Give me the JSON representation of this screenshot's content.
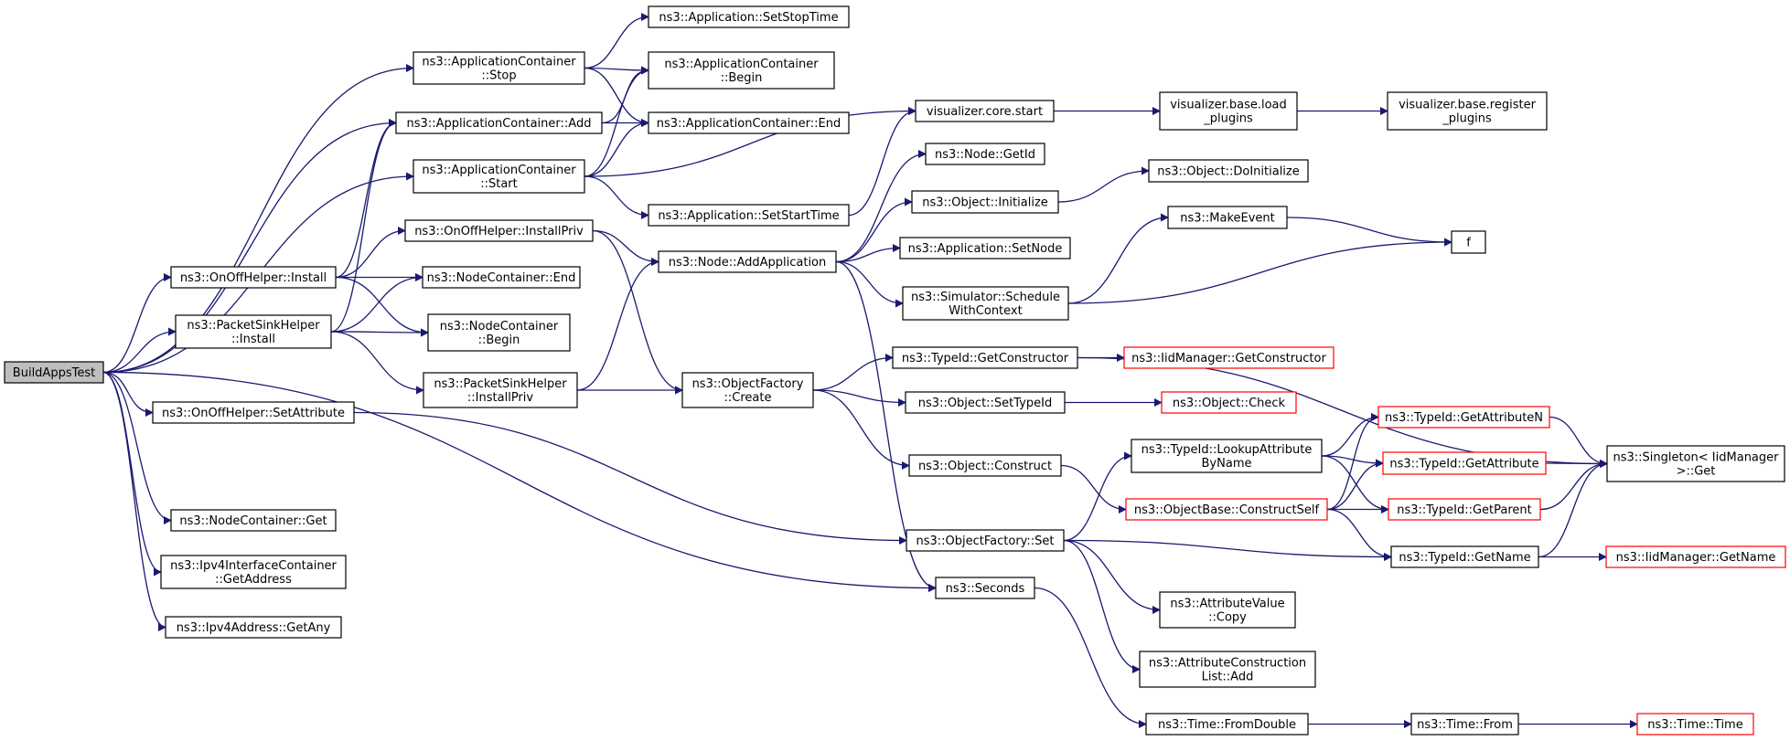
{
  "root": "BuildAppsTest",
  "colors": {
    "edge": "#191970",
    "node_border": "#000000",
    "truncated_border": "#ff0000",
    "root_fill": "#bfbfbf",
    "node_fill": "#ffffff"
  },
  "nodes": [
    {
      "id": "root",
      "lines": [
        "BuildAppsTest"
      ]
    },
    {
      "id": "ac_stop",
      "lines": [
        "ns3::ApplicationContainer",
        "::Stop"
      ]
    },
    {
      "id": "ac_add",
      "lines": [
        "ns3::ApplicationContainer::Add"
      ]
    },
    {
      "id": "ac_start",
      "lines": [
        "ns3::ApplicationContainer",
        "::Start"
      ]
    },
    {
      "id": "onoff_install",
      "lines": [
        "ns3::OnOffHelper::Install"
      ]
    },
    {
      "id": "psh_install",
      "lines": [
        "ns3::PacketSinkHelper",
        "::Install"
      ]
    },
    {
      "id": "onoff_setattr",
      "lines": [
        "ns3::OnOffHelper::SetAttribute"
      ]
    },
    {
      "id": "nc_get",
      "lines": [
        "ns3::NodeContainer::Get"
      ]
    },
    {
      "id": "ipv4ic_getaddr",
      "lines": [
        "ns3::Ipv4InterfaceContainer",
        "::GetAddress"
      ]
    },
    {
      "id": "ipv4addr_getany",
      "lines": [
        "ns3::Ipv4Address::GetAny"
      ]
    },
    {
      "id": "app_setstop",
      "lines": [
        "ns3::Application::SetStopTime"
      ]
    },
    {
      "id": "ac_begin",
      "lines": [
        "ns3::ApplicationContainer",
        "::Begin"
      ]
    },
    {
      "id": "ac_end",
      "lines": [
        "ns3::ApplicationContainer::End"
      ]
    },
    {
      "id": "app_setstart",
      "lines": [
        "ns3::Application::SetStartTime"
      ]
    },
    {
      "id": "onoff_installpriv",
      "lines": [
        "ns3::OnOffHelper::InstallPriv"
      ]
    },
    {
      "id": "nc_end",
      "lines": [
        "ns3::NodeContainer::End"
      ]
    },
    {
      "id": "nc_begin",
      "lines": [
        "ns3::NodeContainer",
        "::Begin"
      ]
    },
    {
      "id": "psh_installpriv",
      "lines": [
        "ns3::PacketSinkHelper",
        "::InstallPriv"
      ]
    },
    {
      "id": "vis_core_start",
      "lines": [
        "visualizer.core.start"
      ]
    },
    {
      "id": "node_getid",
      "lines": [
        "ns3::Node::GetId"
      ]
    },
    {
      "id": "obj_initialize",
      "lines": [
        "ns3::Object::Initialize"
      ]
    },
    {
      "id": "app_setnode",
      "lines": [
        "ns3::Application::SetNode"
      ]
    },
    {
      "id": "node_addapp",
      "lines": [
        "ns3::Node::AddApplication"
      ]
    },
    {
      "id": "sim_schedulectx",
      "lines": [
        "ns3::Simulator::Schedule",
        "WithContext"
      ]
    },
    {
      "id": "of_create",
      "lines": [
        "ns3::ObjectFactory",
        "::Create"
      ]
    },
    {
      "id": "typeid_getctor",
      "lines": [
        "ns3::TypeId::GetConstructor"
      ]
    },
    {
      "id": "obj_settypeid",
      "lines": [
        "ns3::Object::SetTypeId"
      ]
    },
    {
      "id": "obj_construct",
      "lines": [
        "ns3::Object::Construct"
      ]
    },
    {
      "id": "of_set",
      "lines": [
        "ns3::ObjectFactory::Set"
      ]
    },
    {
      "id": "seconds",
      "lines": [
        "ns3::Seconds"
      ]
    },
    {
      "id": "vis_base_load",
      "lines": [
        "visualizer.base.load",
        "_plugins"
      ]
    },
    {
      "id": "vis_base_register",
      "lines": [
        "visualizer.base.register",
        "_plugins"
      ]
    },
    {
      "id": "obj_doinit",
      "lines": [
        "ns3::Object::DoInitialize"
      ]
    },
    {
      "id": "make_event",
      "lines": [
        "ns3::MakeEvent"
      ]
    },
    {
      "id": "f",
      "lines": [
        "f"
      ]
    },
    {
      "id": "iidmgr_getctor",
      "lines": [
        "ns3::IidManager::GetConstructor"
      ],
      "truncated": true
    },
    {
      "id": "obj_check",
      "lines": [
        "ns3::Object::Check"
      ],
      "truncated": true
    },
    {
      "id": "typeid_lookup",
      "lines": [
        "ns3::TypeId::LookupAttribute",
        "ByName"
      ]
    },
    {
      "id": "objbase_constructself",
      "lines": [
        "ns3::ObjectBase::ConstructSelf"
      ],
      "truncated": true
    },
    {
      "id": "attrval_copy",
      "lines": [
        "ns3::AttributeValue",
        "::Copy"
      ]
    },
    {
      "id": "attrcons_add",
      "lines": [
        "ns3::AttributeConstruction",
        "List::Add"
      ]
    },
    {
      "id": "time_fromdouble",
      "lines": [
        "ns3::Time::FromDouble"
      ]
    },
    {
      "id": "typeid_getattrn",
      "lines": [
        "ns3::TypeId::GetAttributeN"
      ],
      "truncated": true
    },
    {
      "id": "typeid_getattr",
      "lines": [
        "ns3::TypeId::GetAttribute"
      ],
      "truncated": true
    },
    {
      "id": "typeid_getparent",
      "lines": [
        "ns3::TypeId::GetParent"
      ],
      "truncated": true
    },
    {
      "id": "typeid_getname",
      "lines": [
        "ns3::TypeId::GetName"
      ]
    },
    {
      "id": "time_from",
      "lines": [
        "ns3::Time::From"
      ]
    },
    {
      "id": "singleton_get",
      "lines": [
        "ns3::Singleton< IidManager",
        " >::Get"
      ]
    },
    {
      "id": "iidmgr_getname",
      "lines": [
        "ns3::IidManager::GetName"
      ],
      "truncated": true
    },
    {
      "id": "time_time",
      "lines": [
        "ns3::Time::Time"
      ],
      "truncated": true
    }
  ],
  "edges": [
    [
      "root",
      "ac_stop"
    ],
    [
      "root",
      "ac_add"
    ],
    [
      "root",
      "ac_start"
    ],
    [
      "root",
      "onoff_install"
    ],
    [
      "root",
      "psh_install"
    ],
    [
      "root",
      "onoff_setattr"
    ],
    [
      "root",
      "nc_get"
    ],
    [
      "root",
      "ipv4ic_getaddr"
    ],
    [
      "root",
      "ipv4addr_getany"
    ],
    [
      "root",
      "seconds"
    ],
    [
      "ac_stop",
      "app_setstop"
    ],
    [
      "ac_stop",
      "ac_begin"
    ],
    [
      "ac_stop",
      "ac_end"
    ],
    [
      "ac_add",
      "ac_begin"
    ],
    [
      "ac_add",
      "ac_end"
    ],
    [
      "ac_start",
      "ac_begin"
    ],
    [
      "ac_start",
      "ac_end"
    ],
    [
      "ac_start",
      "app_setstart"
    ],
    [
      "ac_start",
      "vis_core_start"
    ],
    [
      "app_setstart",
      "vis_core_start"
    ],
    [
      "onoff_install",
      "ac_add"
    ],
    [
      "onoff_install",
      "onoff_installpriv"
    ],
    [
      "onoff_install",
      "nc_end"
    ],
    [
      "onoff_install",
      "nc_begin"
    ],
    [
      "psh_install",
      "ac_add"
    ],
    [
      "psh_install",
      "nc_end"
    ],
    [
      "psh_install",
      "nc_begin"
    ],
    [
      "psh_install",
      "psh_installpriv"
    ],
    [
      "onoff_setattr",
      "of_set"
    ],
    [
      "onoff_installpriv",
      "node_addapp"
    ],
    [
      "onoff_installpriv",
      "of_create"
    ],
    [
      "psh_installpriv",
      "node_addapp"
    ],
    [
      "psh_installpriv",
      "of_create"
    ],
    [
      "vis_core_start",
      "vis_base_load"
    ],
    [
      "vis_base_load",
      "vis_base_register"
    ],
    [
      "node_addapp",
      "node_getid"
    ],
    [
      "node_addapp",
      "obj_initialize"
    ],
    [
      "node_addapp",
      "app_setnode"
    ],
    [
      "node_addapp",
      "sim_schedulectx"
    ],
    [
      "node_addapp",
      "seconds"
    ],
    [
      "obj_initialize",
      "obj_doinit"
    ],
    [
      "sim_schedulectx",
      "make_event"
    ],
    [
      "sim_schedulectx",
      "f"
    ],
    [
      "make_event",
      "f"
    ],
    [
      "of_create",
      "typeid_getctor"
    ],
    [
      "of_create",
      "obj_settypeid"
    ],
    [
      "of_create",
      "obj_construct"
    ],
    [
      "typeid_getctor",
      "iidmgr_getctor"
    ],
    [
      "typeid_getctor",
      "singleton_get"
    ],
    [
      "obj_settypeid",
      "obj_check"
    ],
    [
      "obj_construct",
      "objbase_constructself"
    ],
    [
      "of_set",
      "typeid_lookup"
    ],
    [
      "of_set",
      "typeid_getname"
    ],
    [
      "of_set",
      "attrval_copy"
    ],
    [
      "of_set",
      "attrcons_add"
    ],
    [
      "objbase_constructself",
      "typeid_getattrn"
    ],
    [
      "objbase_constructself",
      "typeid_getattr"
    ],
    [
      "objbase_constructself",
      "typeid_getparent"
    ],
    [
      "objbase_constructself",
      "typeid_getname"
    ],
    [
      "typeid_lookup",
      "typeid_getattrn"
    ],
    [
      "typeid_lookup",
      "typeid_getattr"
    ],
    [
      "typeid_lookup",
      "typeid_getparent"
    ],
    [
      "typeid_getattrn",
      "singleton_get"
    ],
    [
      "typeid_getattr",
      "singleton_get"
    ],
    [
      "typeid_getparent",
      "singleton_get"
    ],
    [
      "typeid_getname",
      "singleton_get"
    ],
    [
      "typeid_getname",
      "iidmgr_getname"
    ],
    [
      "seconds",
      "time_fromdouble"
    ],
    [
      "time_fromdouble",
      "time_from"
    ],
    [
      "time_from",
      "time_time"
    ]
  ]
}
